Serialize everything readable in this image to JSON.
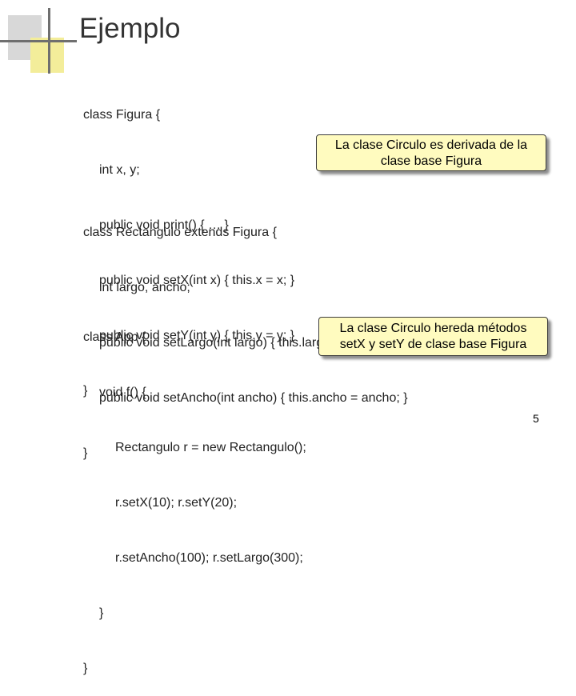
{
  "title": "Ejemplo",
  "code_figura": [
    "class Figura {",
    "int x, y;",
    "public void print() { … }",
    "public void setX(int x) { this.x = x; }",
    "public void setY(int y) { this.y = y; }",
    "}"
  ],
  "code_rectangulo": [
    "class Rectangulo extends Figura {",
    "int largo, ancho;",
    "public void setLargo(int largo) { this.largo = largo; }",
    "public void setAncho(int ancho) { this.ancho = ancho; }",
    "}"
  ],
  "code_app": [
    "class App {",
    "void f() {",
    "Rectangulo r = new Rectangulo();",
    "r.setX(10); r.setY(20);",
    "r.setAncho(100); r.setLargo(300);",
    "}",
    "}"
  ],
  "callouts": {
    "derivada": [
      "La clase Circulo es derivada de la",
      "clase base Figura"
    ],
    "hereda": [
      "La clase Circulo hereda métodos",
      "setX y setY de clase base Figura"
    ]
  },
  "page_number": "5",
  "colors": {
    "callout_fill": "#fffbbf",
    "deco_gray": "#d8d8d8",
    "deco_yellow": "#f3ed9a"
  }
}
